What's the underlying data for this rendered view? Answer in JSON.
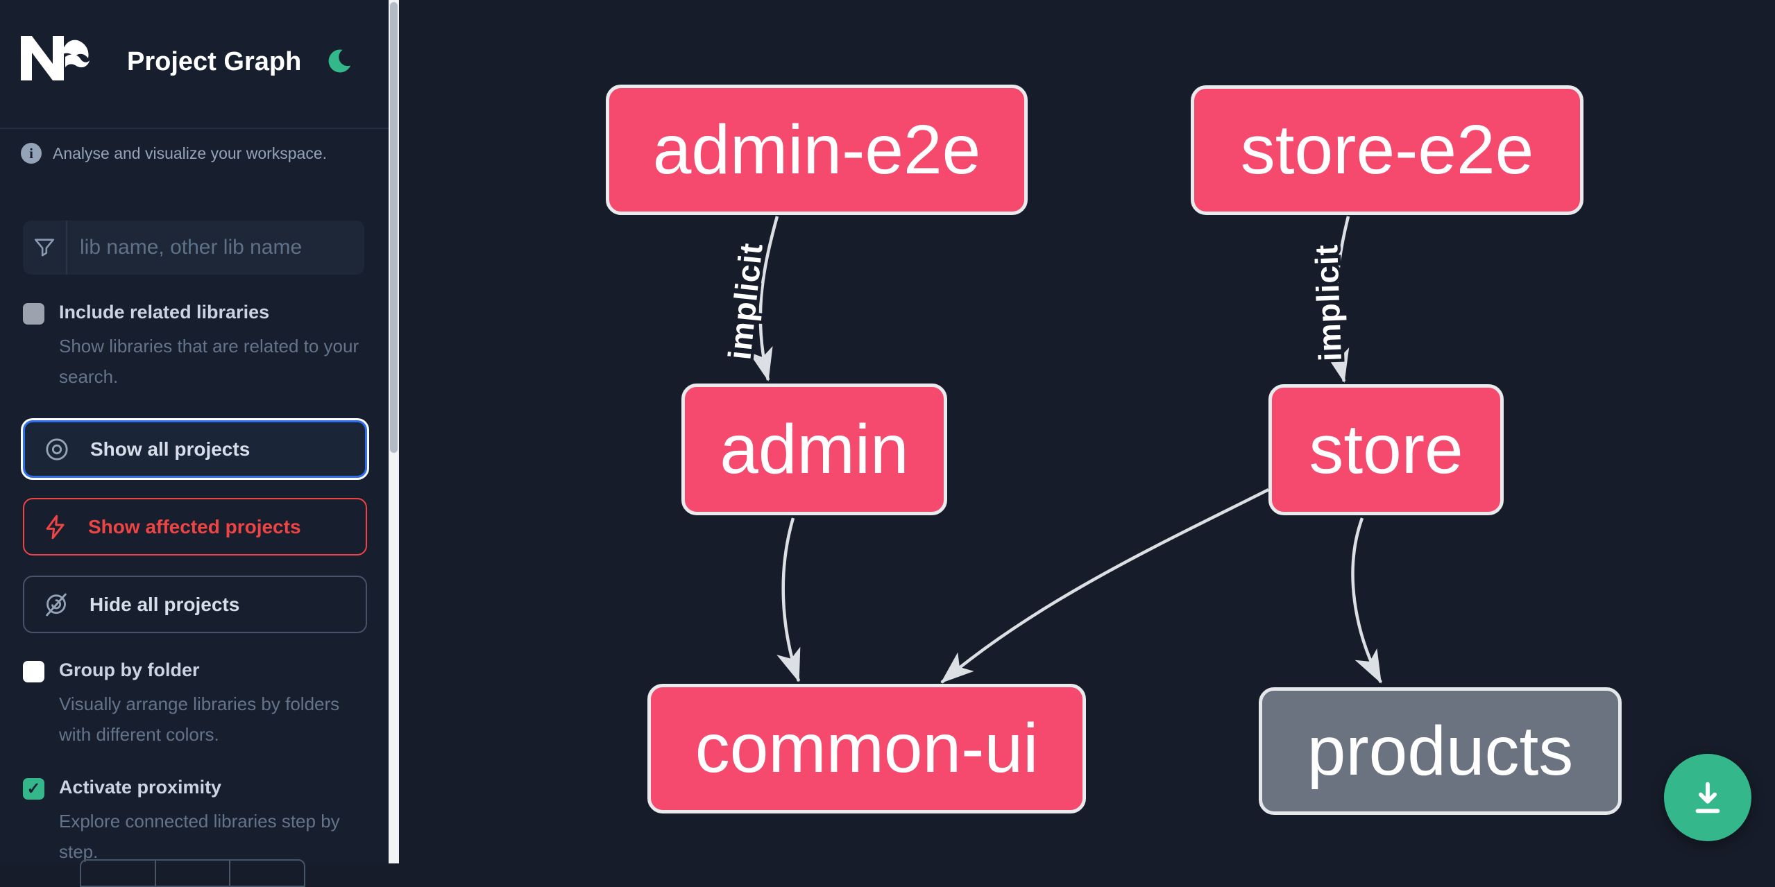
{
  "header": {
    "title": "Project Graph"
  },
  "sidebar": {
    "tagline": "Analyse and visualize your workspace.",
    "search": {
      "placeholder": "lib name, other lib name",
      "value": ""
    },
    "include_related": {
      "label": "Include related libraries",
      "description": "Show libraries that are related to your search.",
      "checked": false
    },
    "actions": {
      "show_all": {
        "label": "Show all projects"
      },
      "show_affected": {
        "label": "Show affected projects"
      },
      "hide_all": {
        "label": "Hide all projects"
      }
    },
    "group_by_folder": {
      "label": "Group by folder",
      "description": "Visually arrange libraries by folders with different colors.",
      "checked": false
    },
    "activate_proximity": {
      "label": "Activate proximity",
      "description": "Explore connected libraries step by step.",
      "checked": true
    }
  },
  "graph": {
    "nodes": [
      {
        "id": "admin-e2e",
        "label": "admin-e2e",
        "color": "#f54a6e"
      },
      {
        "id": "store-e2e",
        "label": "store-e2e",
        "color": "#f54a6e"
      },
      {
        "id": "admin",
        "label": "admin",
        "color": "#f54a6e"
      },
      {
        "id": "store",
        "label": "store",
        "color": "#f54a6e"
      },
      {
        "id": "common-ui",
        "label": "common-ui",
        "color": "#f54a6e"
      },
      {
        "id": "products",
        "label": "products",
        "color": "#6b7280"
      }
    ],
    "edges": [
      {
        "source": "admin-e2e",
        "target": "admin",
        "label": "implicit"
      },
      {
        "source": "store-e2e",
        "target": "store",
        "label": "implicit"
      },
      {
        "source": "admin",
        "target": "common-ui",
        "label": ""
      },
      {
        "source": "store",
        "target": "common-ui",
        "label": ""
      },
      {
        "source": "store",
        "target": "products",
        "label": ""
      }
    ]
  },
  "icons": {
    "check": "✓",
    "info": "i"
  },
  "colors": {
    "accent_green": "#35b78c",
    "affected_red": "#ef4444",
    "focus_blue": "#2f6feb",
    "node_pink": "#f54a6e",
    "node_gray": "#6b7280",
    "edge": "#dcdfe4",
    "sidebar_bg": "#171e2d",
    "canvas_bg": "#161c29"
  }
}
